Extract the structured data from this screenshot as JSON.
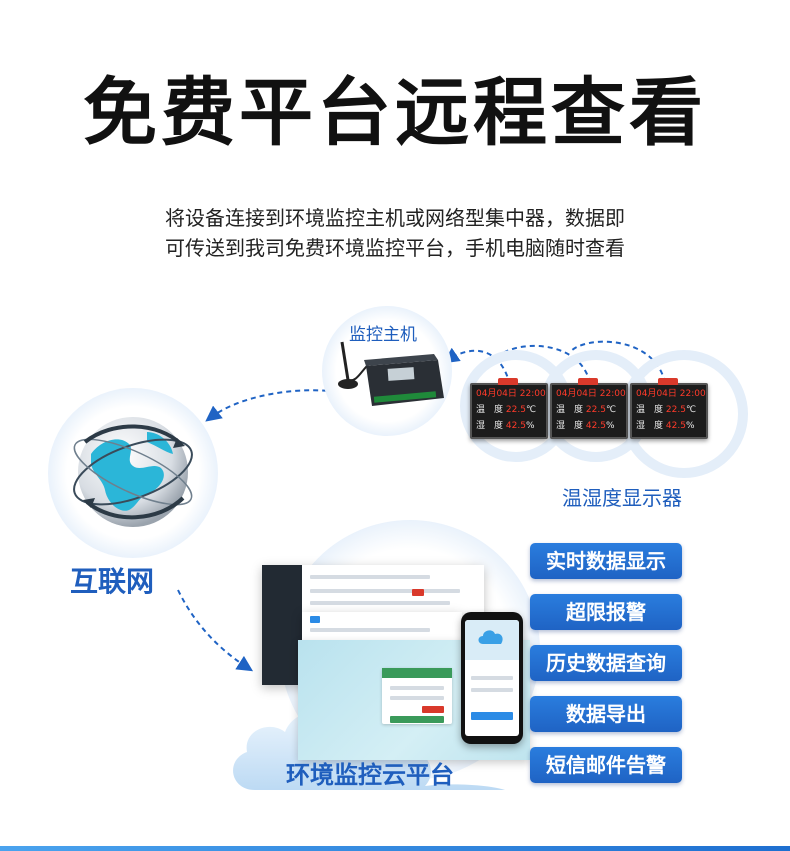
{
  "headline": "免费平台远程查看",
  "subtitle": {
    "line1": "将设备连接到环境监控主机或网络型集中器，数据即",
    "line2": "可传送到我司免费环境监控平台，手机电脑随时查看"
  },
  "nodes": {
    "host_label": "监控主机",
    "display_label": "温湿度显示器",
    "internet_label": "互联网",
    "platform_label": "环境监控云平台"
  },
  "display_panel": {
    "date_a": "04月",
    "date_b": "04日",
    "time": "22:00",
    "temp_label": "温　度",
    "temp_value": "22.5",
    "temp_unit": "℃",
    "hum_label": "湿　度",
    "hum_value": "42.5",
    "hum_unit": "%"
  },
  "features": [
    "实时数据显示",
    "超限报警",
    "历史数据查询",
    "数据导出",
    "短信邮件告警"
  ],
  "colors": {
    "accent_blue": "#1f5ebd",
    "button_blue": "#1f63c4",
    "led_red": "#ff3a2a"
  }
}
